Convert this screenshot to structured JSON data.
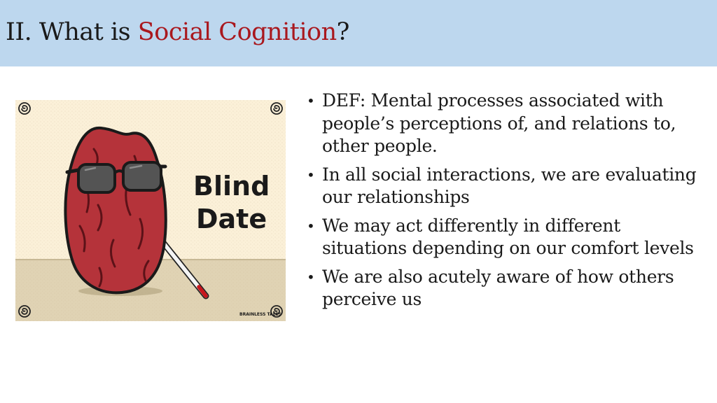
{
  "slide": {
    "title_prefix": "II. What is ",
    "title_accent": "Social Cognition",
    "title_suffix": "?",
    "accent_color": "#a9181e",
    "header_color": "#bdd7ee"
  },
  "cartoon": {
    "caption_line1": "Blind",
    "caption_line2": "Date",
    "credit": "BRAINLESS TALES"
  },
  "bullets": [
    {
      "text": "DEF: Mental processes associated with people’s perceptions of, and relations to, other people."
    },
    {
      "text": "In all social interactions, we are evaluating our relationships"
    },
    {
      "text": "We may act differently in different situations depending on our comfort levels"
    },
    {
      "text": "We are also acutely aware of how others perceive us"
    }
  ]
}
